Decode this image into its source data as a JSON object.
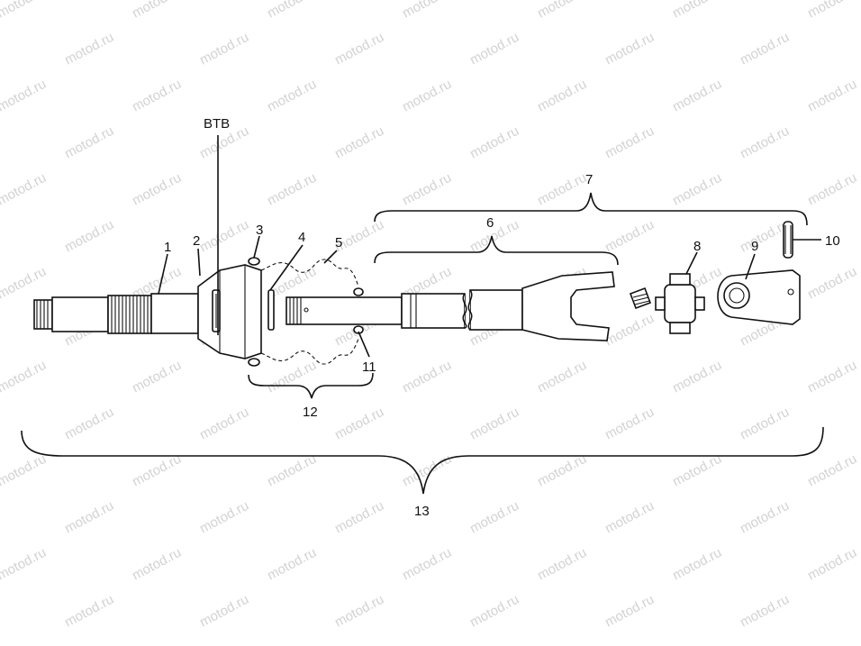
{
  "watermark": "motod.ru",
  "callouts": {
    "btb": "BTB",
    "n1": "1",
    "n2": "2",
    "n3": "3",
    "n4": "4",
    "n5": "5",
    "n6": "6",
    "n7": "7",
    "n8": "8",
    "n9": "9",
    "n10": "10",
    "n11": "11",
    "n12": "12",
    "n13": "13"
  }
}
